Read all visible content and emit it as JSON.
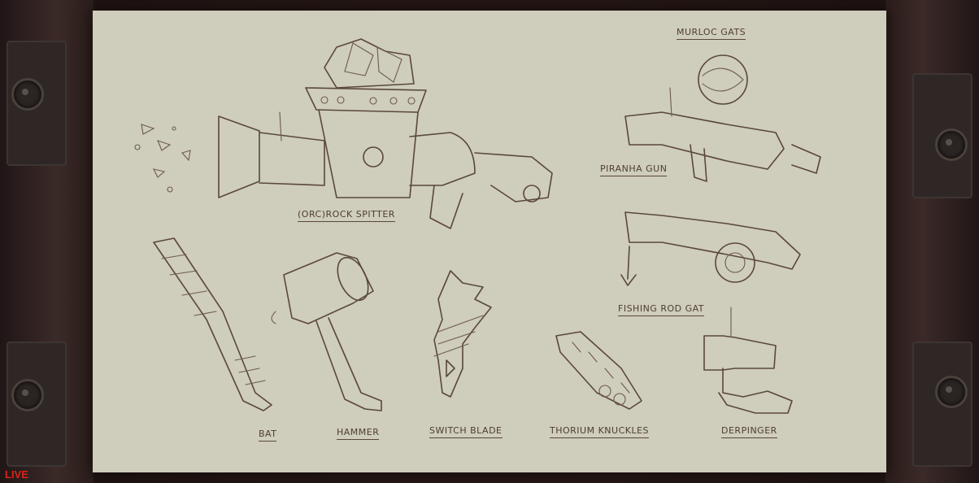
{
  "labels": {
    "rock_spitter": "(ORC)ROCK SPITTER",
    "murloc_gats": "MURLOC GATS",
    "piranha_gun": "PIRANHA GUN",
    "fishing_rod_gat": "FISHING ROD GAT",
    "bat": "BAT",
    "hammer": "HAMMER",
    "switchblade": "SWITCH BLADE",
    "thorium_knuckles": "THORIUM KNUCKLES",
    "derpinger": "DERPINGER"
  },
  "stream": {
    "live_label": "LIVE"
  },
  "colors": {
    "paper": "#cfcdbb",
    "ink": "#5a473e",
    "live": "#d8231a"
  }
}
